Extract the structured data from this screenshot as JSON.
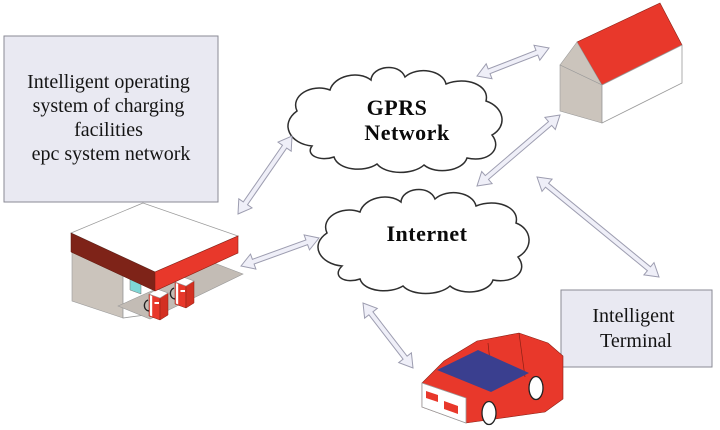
{
  "colors": {
    "red": "#E8382B",
    "dark_red": "#7E2318",
    "box_fill": "#E9E9F2",
    "arrow_fill": "#EFEFF8",
    "arrow_stroke": "#9D9DB0",
    "wall_gray": "#CBC4BC",
    "floor_gray": "#C3BCB5",
    "window_blue": "#3A3F8F",
    "door_teal": "#7ED7D6"
  },
  "title_box": {
    "lines": [
      "Intelligent operating",
      "system of charging",
      "facilities",
      "epc system network"
    ]
  },
  "gprs_cloud": {
    "line1": "GPRS",
    "line2": "Network"
  },
  "internet_cloud": {
    "label": "Internet"
  },
  "terminal_box": {
    "line1": "Intelligent",
    "line2": "Terminal"
  },
  "icons": {
    "charging_station": "charging-station-icon",
    "house": "house-icon",
    "car": "electric-car-icon"
  }
}
